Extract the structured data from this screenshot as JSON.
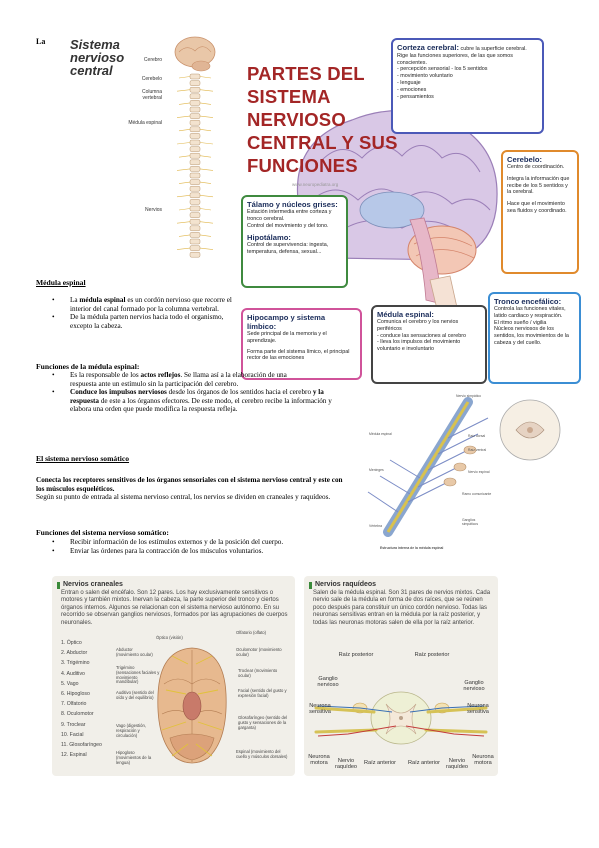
{
  "top": {
    "la": "La",
    "title": "Sistema nervioso central",
    "spine_labels": [
      "Cerebro",
      "Cerebelo",
      "Columna vertebral",
      "Médula espinal",
      "Nervios"
    ]
  },
  "infographic": {
    "title": "PARTES DEL SISTEMA NERVIOSO CENTRAL Y SUS FUNCIONES",
    "website": "www.neuropediatra.org",
    "corteza": {
      "title": "Corteza cerebral:",
      "subtitle": "cubre la superficie cerebral.",
      "lines": [
        "Rige las funciones superiores, de las que somos conscientes.",
        "- percepción sensorial - los 5 sentidos",
        "- movimiento voluntario",
        "- lenguaje",
        "- emociones",
        "- pensamientos"
      ]
    },
    "cerebelo": {
      "title": "Cerebelo:",
      "lines": [
        "Centro de coordinación.",
        "Integra la información que recibe de los 5 sentidos y la cerebral.",
        "Hace que el movimiento sea fluidos y coordinado."
      ]
    },
    "talamo": {
      "title": "Tálamo y núcleos grises:",
      "lines": [
        "Estación intermedia entre corteza y tronco cerebral.",
        "Control del movimiento y del tono."
      ]
    },
    "hipotalamo": {
      "title": "Hipotálamo:",
      "lines": [
        "Control de supervivencia: ingesta, temperatura, defensa, sexual..."
      ]
    },
    "hipocampo": {
      "title": "Hipocampo y sistema límbico:",
      "lines": [
        "Sede principal de la memoria y el aprendizaje.",
        "Forma parte del sistema límico, el principal rector de las emociones"
      ]
    },
    "medula": {
      "title": "Médula espinal:",
      "lines": [
        "Comunica el cerebro y los nervios periféricos",
        "- conduce las sensaciones al cerebro",
        "- lleva los impulsos del movimiento voluntario e involuntario"
      ]
    },
    "tronco": {
      "title": "Tronco encefálico:",
      "lines": [
        "Controla las funciones vitales, latido cardiaco y respiración.",
        "El ritmo sueño / vigilia",
        "Núcleos nerviosos de los sentidos, los movimientos de la cabeza y del cuello."
      ]
    }
  },
  "medula_section": {
    "heading": "Médula espinal",
    "bullet1_pre": "La ",
    "bullet1_bold": "médula espinal",
    "bullet1_post": " es un cordón nervioso que recorre el interior del canal formado por la columna vertebral.",
    "bullet2": "De la médula parten nervios hacia todo el organismo, excepto la cabeza.",
    "func_heading": "Funciones de la médula espinal:",
    "f1_pre": "Es la responsable de los ",
    "f1_bold": "actos reflejos",
    "f1_post": ". Se llama así a la elaboración de una respuesta ante un estímulo sin la participación del cerebro.",
    "f2_bold": "Conduce los impulsos nerviosos",
    "f2_mid": " desde los órganos de los sentidos hacia el cerebro ",
    "f2_bold2": "y la respuesta",
    "f2_post": " de este a los órganos efectores. De este modo, el cerebro recibe la información y elabora una orden que puede modifica la respuesta refleja."
  },
  "somatico": {
    "heading": "El sistema nervioso somático",
    "lead_bold": "Conecta los receptores sensitivos de los órganos sensoriales con el sistema nervioso central y este con los músculos esqueléticos.",
    "lead_rest": "Según su punto de entrada al sistema nervioso central, los nervios se dividen en craneales y raquídeos.",
    "func_heading": "Funciones del sistema nervioso somático:",
    "items": [
      "Recibir información de los estímulos externos y de la posición del cuerpo.",
      "Enviar las órdenes para la contracción de los músculos voluntarios."
    ]
  },
  "spine_diagram": {
    "labels": [
      "Nervio simpático",
      "Médula espinal",
      "Raíz dorsal",
      "Raíz ventral",
      "Nervio espinal",
      "Ramo comunicante",
      "Ganglios simpáticos",
      "Vértebra",
      "Meninges"
    ],
    "caption": "Estructura interna de la médula espinal"
  },
  "craneales": {
    "title": "Nervios craneales",
    "text": "Entran o salen del encéfalo. Son 12 pares. Los hay exclusivamente sensitivos o motores y también mixtos. Inervan la cabeza, la parte superior del tronco y ciertos órganos internos. Algunos se relacionan con el sistema nervioso autónomo. En su recorrido se observan ganglios nerviosos, formados por las agrupaciones de cuerpos neuronales.",
    "list": [
      "1. Óptico",
      "2. Abductor",
      "3. Trigémino",
      "4. Auditivo",
      "5. Vago",
      "6. Hipogloso",
      "7. Olfatorio",
      "8. Oculomotor",
      "9. Troclear",
      "10. Facial",
      "11. Glosofaríngeo",
      "12. Espinal"
    ],
    "left_labels": [
      "Abductor (movimiento ocular)",
      "Trigémino (sensaciones faciales y movimiento mandíbular)",
      "Auditivo (sentido del oído y del equilibrio)",
      "Vago (digestión, respiración y circulación)",
      "Hipogloso (movimientos de la lengua)"
    ],
    "right_labels": [
      "Olfatorio (olfato)",
      "Oculomotor (movimiento ocular)",
      "Troclear (movimiento ocular)",
      "Facial (sentido del gusto y expresión facial)",
      "Glosofaríngeo (sentido del gusto y sensaciones de la garganta)",
      "Espinal (movimiento del cuello y músculos dorsales)"
    ],
    "top_label": "Óptico (visión)"
  },
  "raquideos": {
    "title": "Nervios raquídeos",
    "text": "Salen de la médula espinal. Son 31 pares de nervios mixtos. Cada nervio sale de la médula en forma de dos raíces, que se reúnen poco después para constituir un único cordón nervioso. Todas las neuronas sensitivas entran en la médula por la raíz posterior, y todas las neuronas motoras salen de ella por la raíz anterior.",
    "labels": {
      "raiz_posterior_l": "Raíz posterior",
      "raiz_posterior_r": "Raíz posterior",
      "ganglio_l": "Ganglio nervioso",
      "ganglio_r": "Ganglio nervioso",
      "neurona_sens_l": "Neurona sensitiva",
      "neurona_sens_r": "Neurona sensitiva",
      "neurona_mot_l": "Neurona motora",
      "nervio_raq_l": "Nervio raquídeo",
      "raiz_anterior_l": "Raíz anterior",
      "raiz_anterior_r": "Raíz anterior",
      "nervio_raq_r": "Nervio raquídeo",
      "neurona_mot_r": "Neurona motora"
    }
  }
}
